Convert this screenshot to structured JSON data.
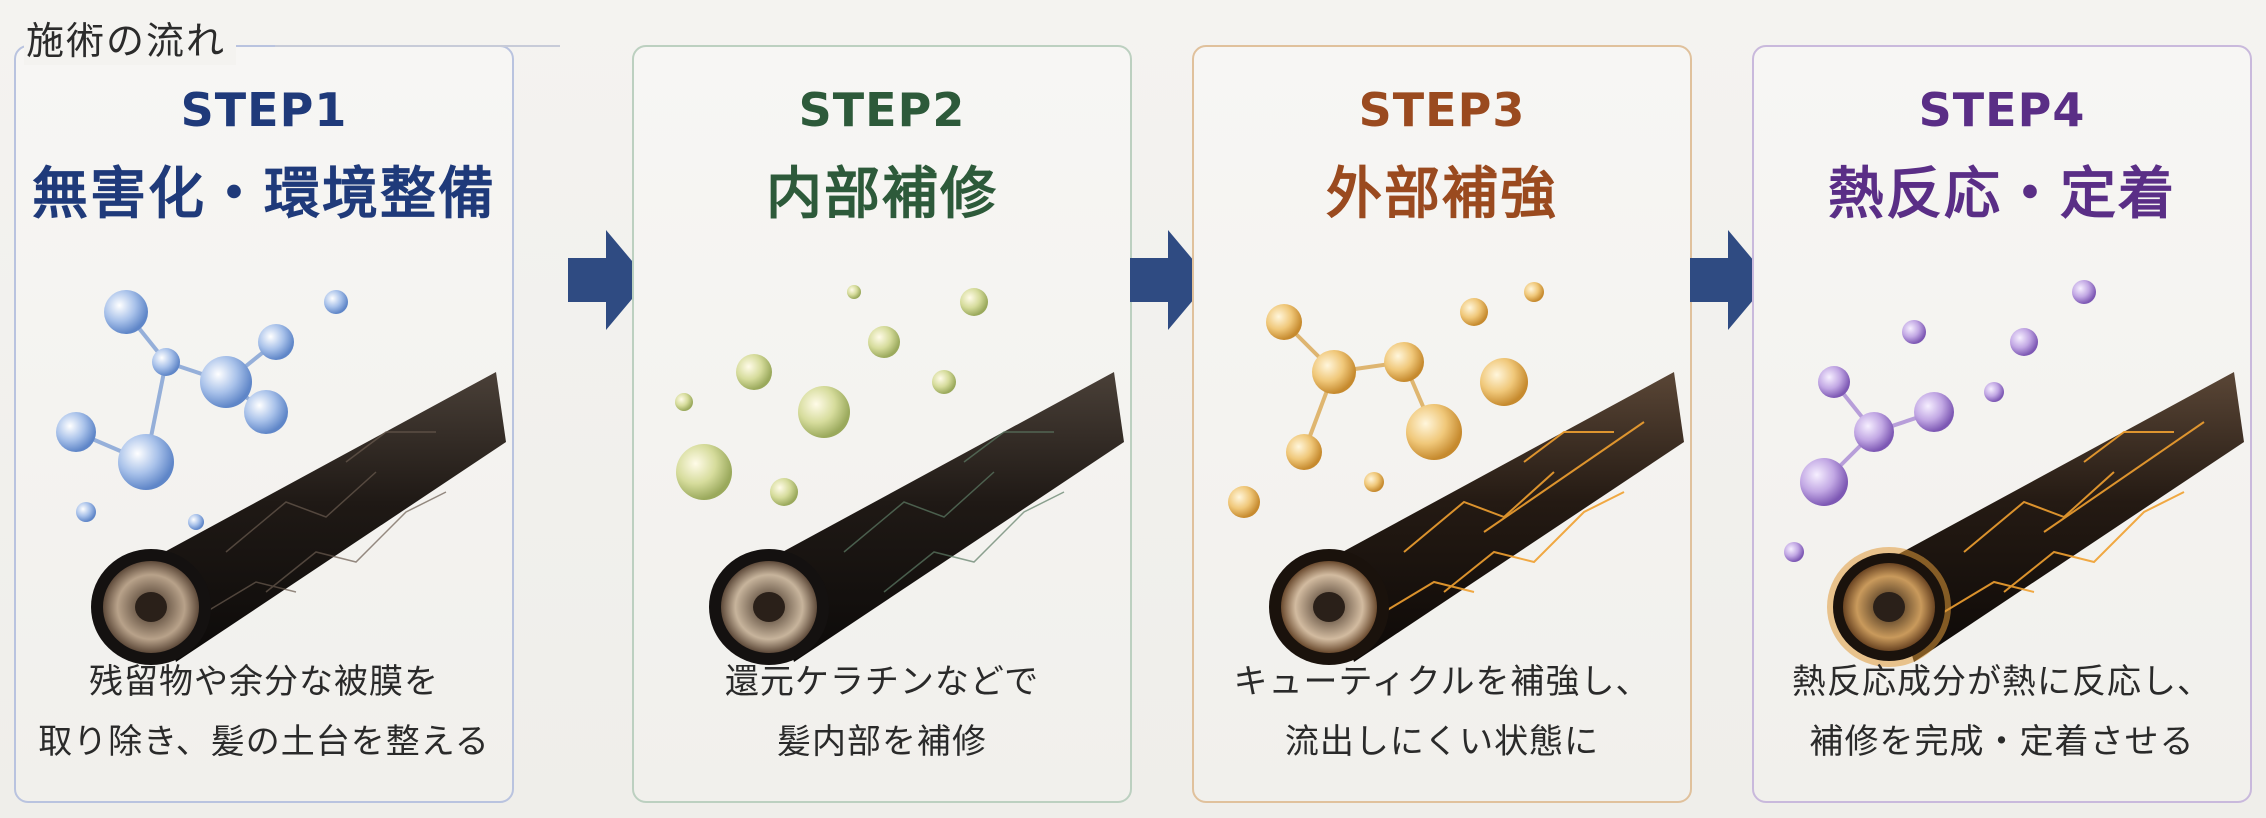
{
  "section_title": "施術の流れ",
  "steps": [
    {
      "label": "STEP1",
      "title": "無害化・環境整備",
      "desc_line1": "残留物や余分な被膜を",
      "desc_line2": "取り除き、髪の土台を整える",
      "color": "#1f3a7a",
      "border": "#b9c3df"
    },
    {
      "label": "STEP2",
      "title": "内部補修",
      "desc_line1": "還元ケラチンなどで",
      "desc_line2": "髪内部を補修",
      "color": "#2d5a3a",
      "border": "#bcd0c0"
    },
    {
      "label": "STEP3",
      "title": "外部補強",
      "desc_line1": "キューティクルを補強し、",
      "desc_line2": "流出しにくい状態に",
      "color": "#9a4a1f",
      "border": "#e0c19c"
    },
    {
      "label": "STEP4",
      "title": "熱反応・定着",
      "desc_line1": "熱反応成分が熱に反応し、",
      "desc_line2": "補修を完成・定着させる",
      "color": "#5a2e86",
      "border": "#c9b9dc"
    }
  ],
  "arrow_color": "#2f4b82"
}
